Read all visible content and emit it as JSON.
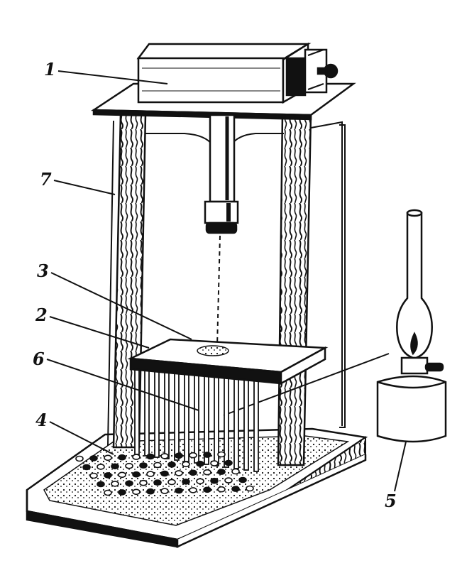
{
  "labels": {
    "camera": "1",
    "plate": "2",
    "specimen": "3",
    "base_tray": "4",
    "lamp": "5",
    "pins": "6",
    "frame_post": "7"
  },
  "colors": {
    "ink": "#111111",
    "paper": "#ffffff"
  }
}
